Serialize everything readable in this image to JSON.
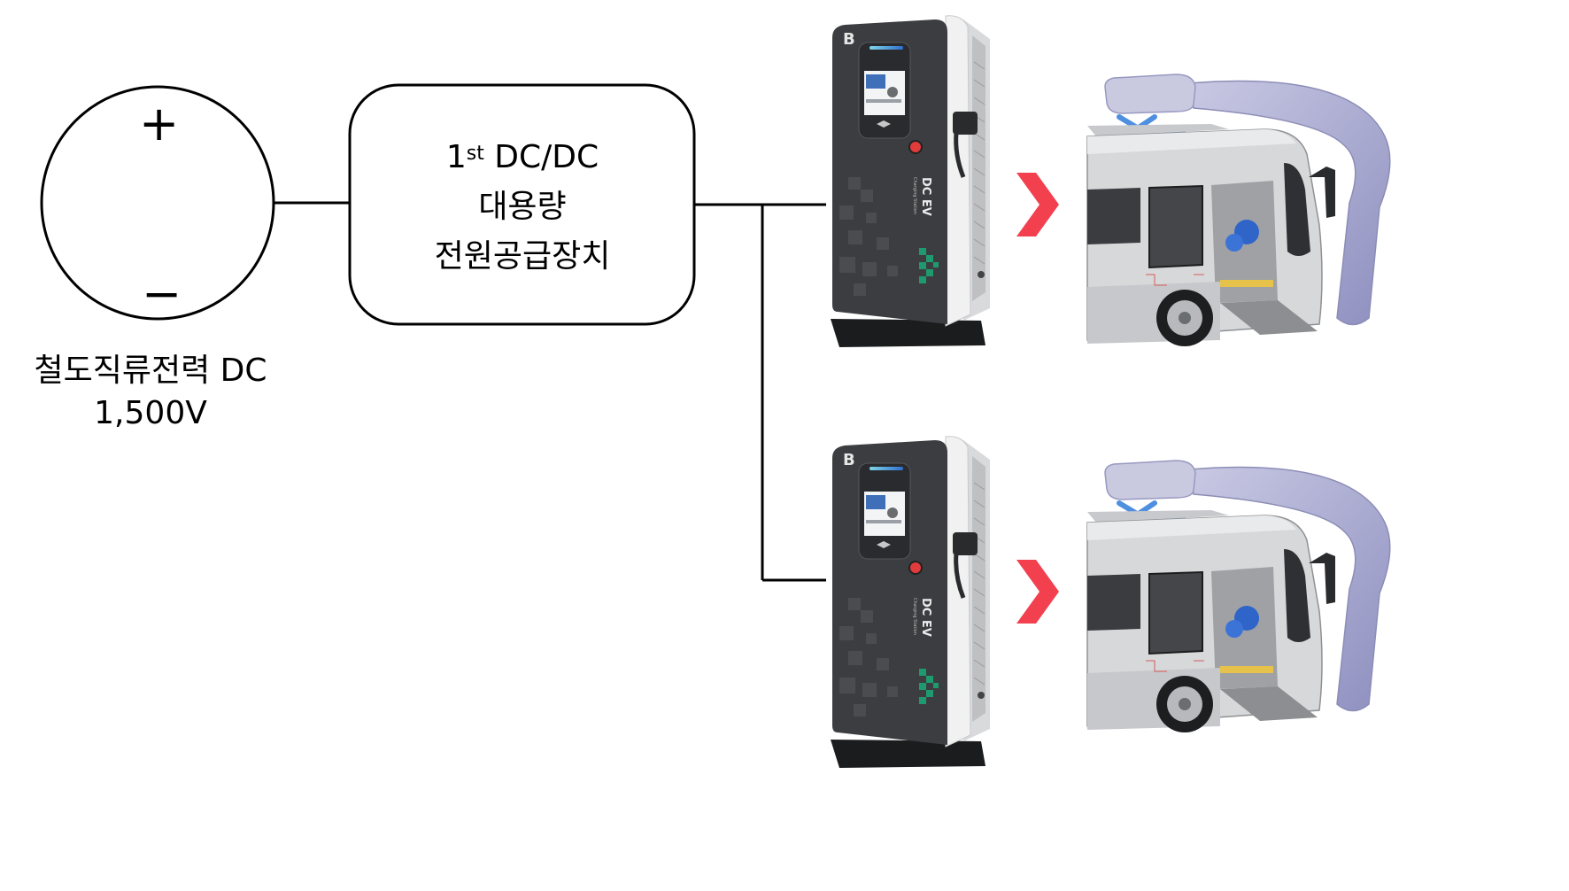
{
  "source": {
    "plus": "+",
    "minus": "−",
    "label_line1": "철도직류전력 DC",
    "label_line2": "1,500V"
  },
  "converter": {
    "line1_main": "1",
    "line1_sup": "st",
    "line1_rest": " DC/DC",
    "line2": "대용량",
    "line3": "전원공급장치"
  },
  "charger": {
    "brand": "DC EV",
    "sub": "Charging Station",
    "logo": "B"
  },
  "colors": {
    "line": "#000000",
    "charger_body": "#3b3d40",
    "charger_side": "#e8e9ea",
    "accent_green": "#1f9a6e",
    "arrow": "#f2404f",
    "bus_body": "#d7d8da",
    "pantograph": "#b3b4d6",
    "pantograph_arm": "#4f8fe0"
  },
  "icons": [
    "charger-icon",
    "chevron-right-icon",
    "electric-bus-icon"
  ]
}
